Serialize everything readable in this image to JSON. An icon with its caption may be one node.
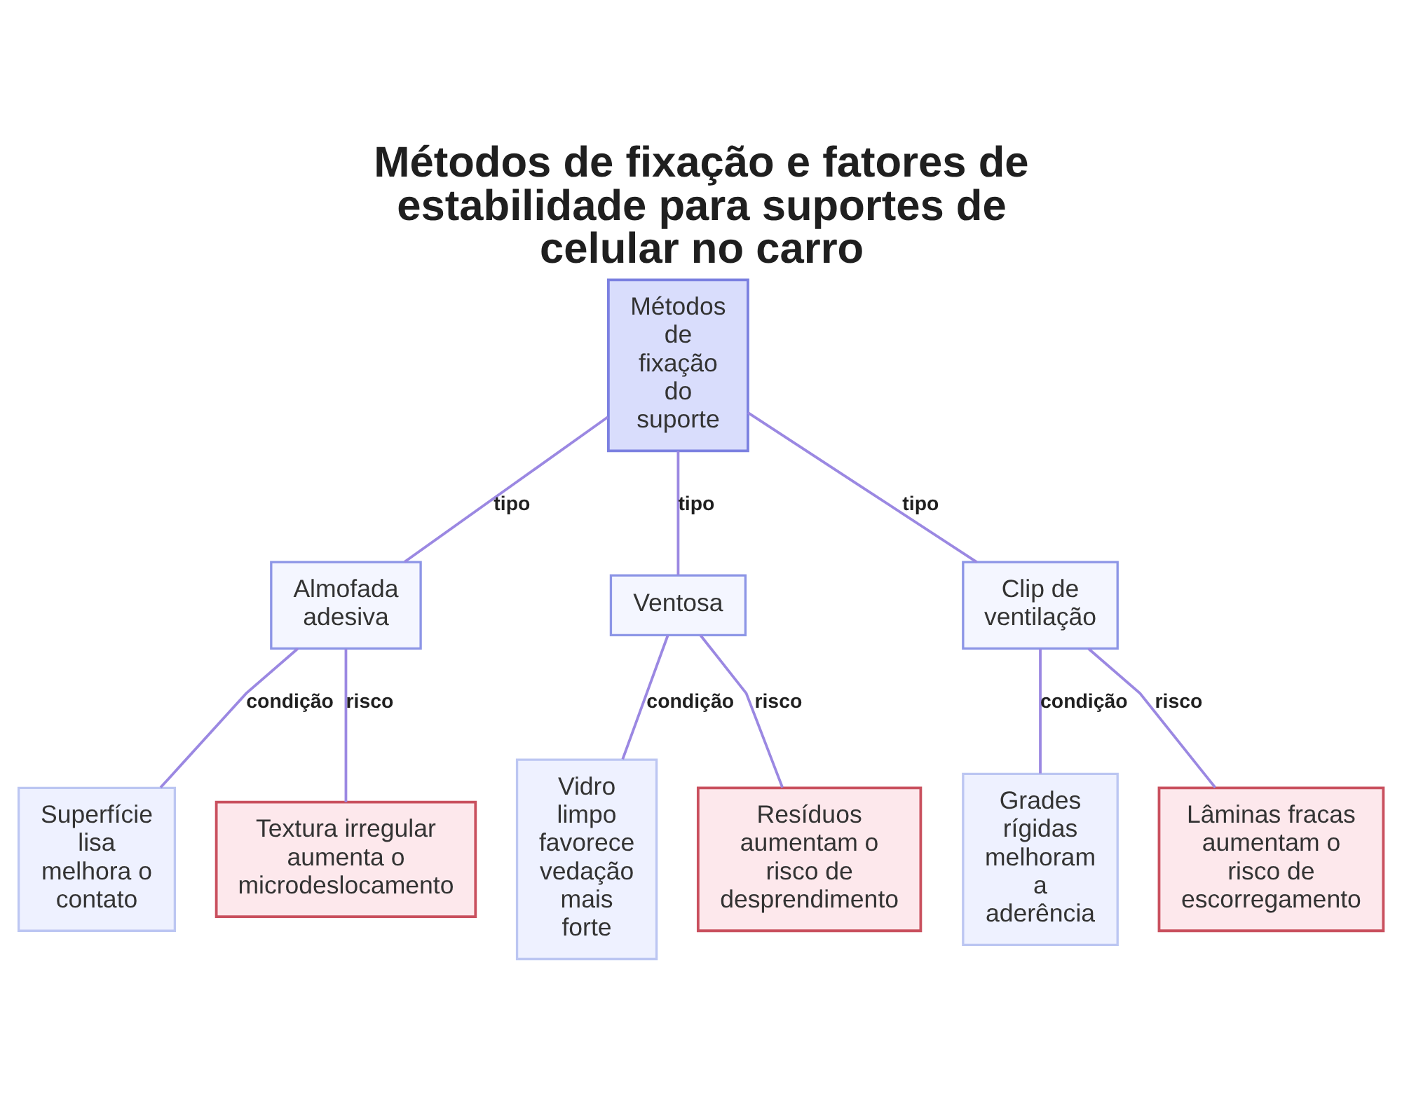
{
  "diagram": {
    "title": "Métodos de fixação e fatores de estabilidade para suportes de celular no carro",
    "nodes": [
      {
        "text": [
          "Métodos de fixação do suporte"
        ]
      },
      {
        "text": [
          "Almofada adesiva"
        ]
      },
      {
        "text": [
          "Ventosa"
        ]
      },
      {
        "text": [
          "Clip de ventilação"
        ]
      },
      {
        "text": [
          "Superfície lisa melhora o contato"
        ]
      },
      {
        "text": [
          "Textura irregular aumenta o microdeslocamento"
        ]
      },
      {
        "text": [
          "Vidro limpo favorece vedação mais forte"
        ]
      },
      {
        "text": [
          "Resíduos aumentam o risco de desprendimento"
        ]
      },
      {
        "text": [
          "Grades rígidas melhoram a aderência"
        ]
      },
      {
        "text": [
          "Lâminas fracas aumentam o risco de escorregamento"
        ]
      }
    ],
    "edges": [
      {
        "from": 0,
        "to": 1,
        "arrow": "none",
        "label": "tipo"
      },
      {
        "from": 0,
        "to": 2,
        "arrow": "none",
        "label": "tipo"
      },
      {
        "from": 0,
        "to": 3,
        "arrow": "none",
        "label": "tipo"
      },
      {
        "from": 1,
        "to": 4,
        "arrow": "none",
        "label": "condição"
      },
      {
        "from": 1,
        "to": 5,
        "arrow": "none",
        "label": "risco"
      },
      {
        "from": 2,
        "to": 6,
        "arrow": "none",
        "label": "condição"
      },
      {
        "from": 2,
        "to": 7,
        "arrow": "none",
        "label": "risco"
      },
      {
        "from": 3,
        "to": 8,
        "arrow": "none",
        "label": "condição"
      },
      {
        "from": 3,
        "to": 9,
        "arrow": "none",
        "label": "risco"
      }
    ]
  }
}
